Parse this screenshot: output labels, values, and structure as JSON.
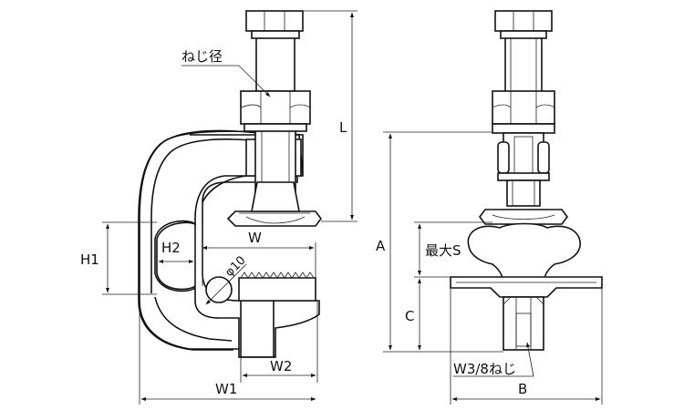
{
  "labels": {
    "thread_diameter": "ねじ径",
    "L": "L",
    "H1": "H1",
    "H2": "H2",
    "W": "W",
    "phi10": "φ10",
    "W1": "W1",
    "W2": "W2",
    "A": "A",
    "max_S": "最大S",
    "C": "C",
    "B": "B",
    "thread_spec": "W3/8ねじ"
  },
  "colors": {
    "line": "#111111",
    "body_fill": "#ffffff",
    "shade": "#d9d9d9",
    "dark_shade": "#bdbdbd"
  }
}
